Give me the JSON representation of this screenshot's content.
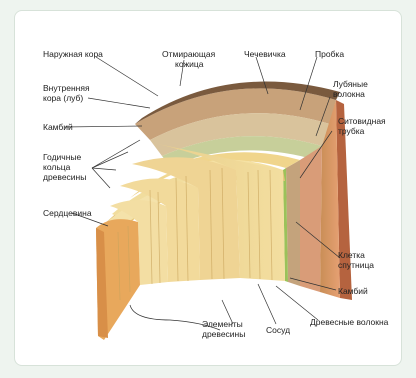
{
  "diagram": {
    "labels": {
      "outer_bark": "Наружная кора",
      "dying_skin_1": "Отмирающая",
      "dying_skin_2": "кожица",
      "lenticel": "Чечевичка",
      "cork": "Пробка",
      "inner_bark_1": "Внутренняя",
      "inner_bark_2": "кора (луб)",
      "bast_fibers_1": "Лубяные",
      "bast_fibers_2": "волокна",
      "cambium_left": "Камбий",
      "sieve_tube_1": "Ситовидная",
      "sieve_tube_2": "трубка",
      "annual_rings_1": "Годичные",
      "annual_rings_2": "кольца",
      "annual_rings_3": "древесины",
      "pith": "Сердцевина",
      "companion_cell_1": "Клетка",
      "companion_cell_2": "спутница",
      "cambium_right": "Камбий",
      "wood_elements_1": "Элементы",
      "wood_elements_2": "древесины",
      "vessel": "Сосуд",
      "wood_fibers": "Древесные волокна"
    }
  }
}
